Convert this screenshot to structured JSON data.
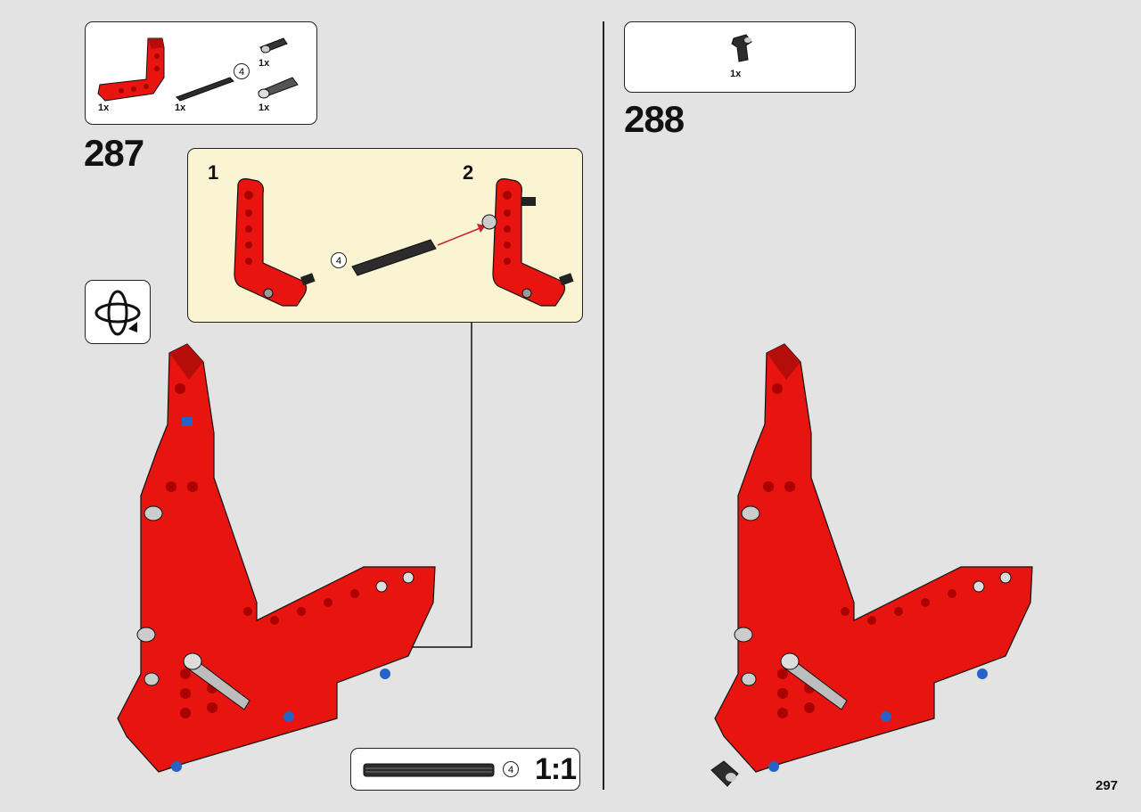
{
  "left_page": {
    "parts_list": [
      {
        "name": "red-l-beam",
        "qty": "1x"
      },
      {
        "name": "axle",
        "qty": "1x",
        "length": "4"
      },
      {
        "name": "connector-small",
        "qty": "1x"
      },
      {
        "name": "axle-pin",
        "qty": "1x"
      }
    ],
    "step_number": "287",
    "sub_steps": [
      "1",
      "2"
    ],
    "sub_axle_length": "4",
    "scale": {
      "length": "4",
      "ratio": "1:1"
    }
  },
  "right_page": {
    "parts_list": [
      {
        "name": "angle-connector",
        "qty": "1x"
      }
    ],
    "step_number": "288"
  },
  "page_number": "297",
  "colors": {
    "part_red": "#e8140f",
    "background": "#e3e3e3",
    "callout": "#fbf4d2",
    "arrow_red": "#c8222a"
  }
}
